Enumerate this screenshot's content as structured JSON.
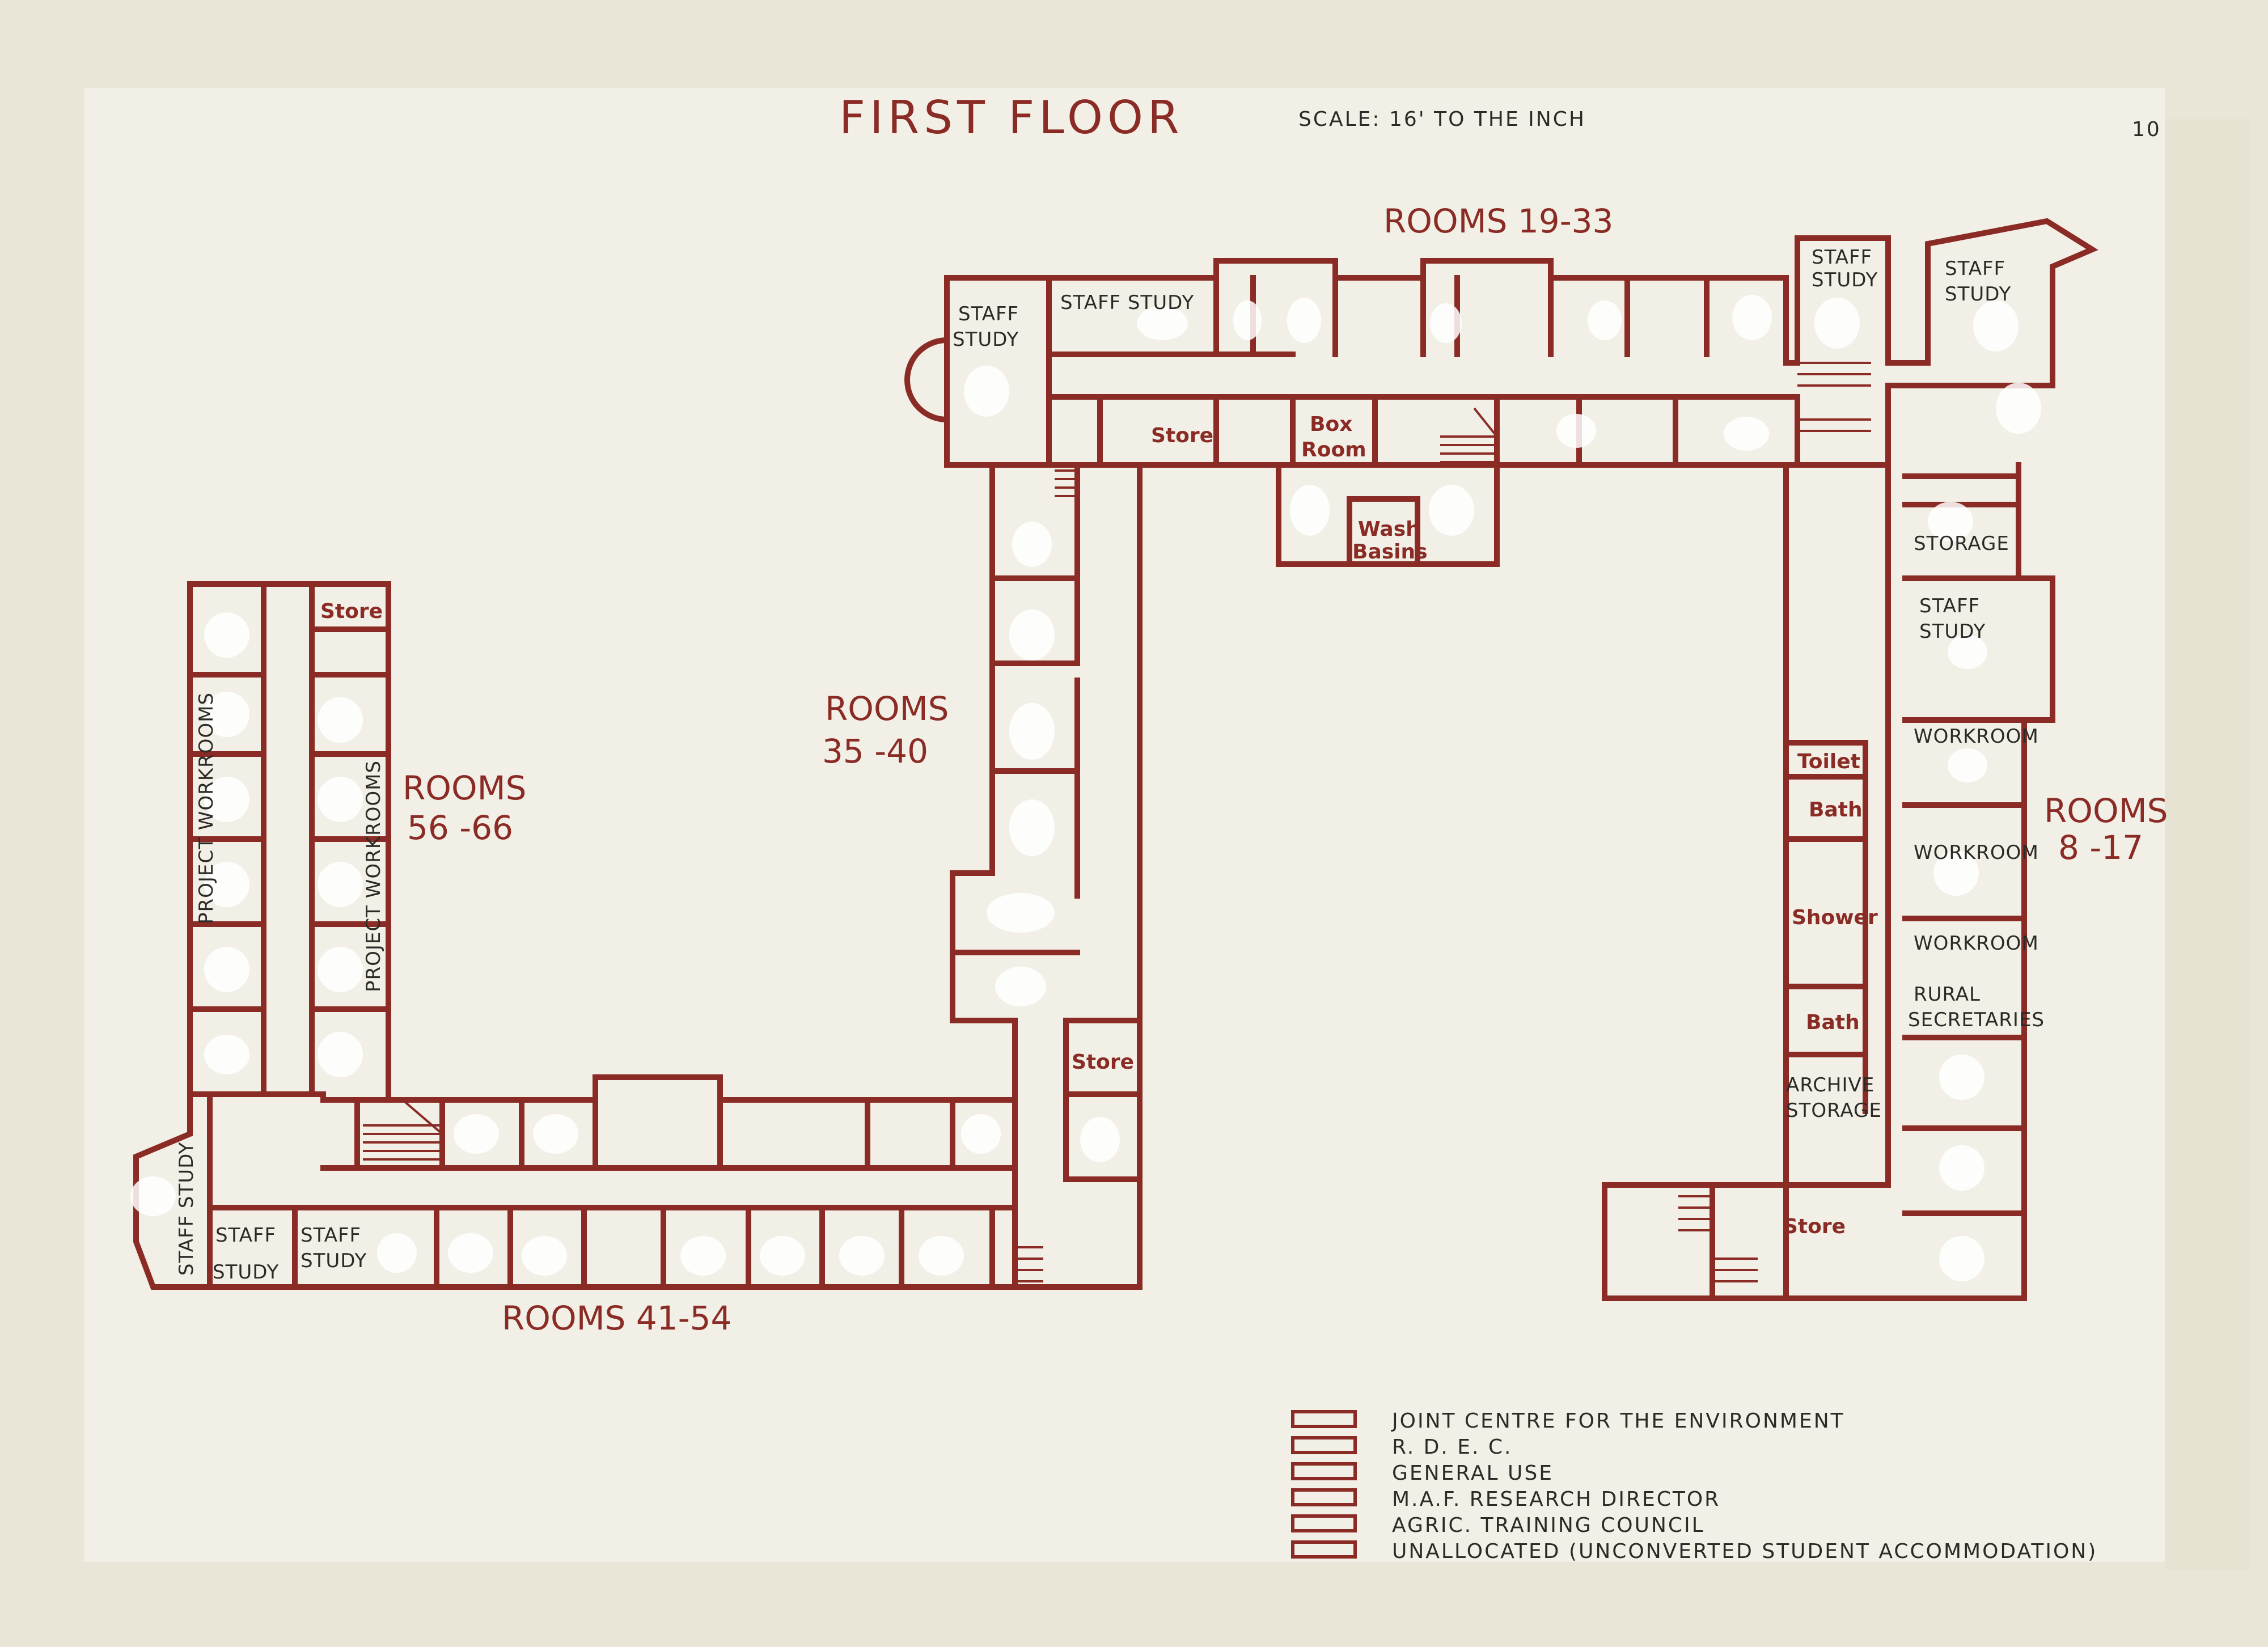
{
  "title": "FIRST FLOOR",
  "scale": "SCALE:  16' TO THE INCH",
  "corner_mark": "10",
  "wings": {
    "north": "ROOMS 19-33",
    "west_mid_line1": "ROOMS",
    "west_mid_line2": "35 -40",
    "far_west_line1": "ROOMS",
    "far_west_line2": "56 -66",
    "south": "ROOMS 41-54",
    "east_line1": "ROOMS",
    "east_line2": "8 -17"
  },
  "rooms": {
    "staff_study_nw_line1": "STAFF",
    "staff_study_nw_line2": "STUDY",
    "staff_study_north": "STAFF STUDY",
    "staff_study_ne1_line1": "STAFF",
    "staff_study_ne1_line2": "STUDY",
    "staff_study_ne2_line1": "STAFF",
    "staff_study_ne2_line2": "STUDY",
    "store_north": "Store",
    "box_room_line1": "Box",
    "box_room_line2": "Room",
    "wash_basins_line1": "Wash",
    "wash_basins_line2": "Basins",
    "storage_east": "STORAGE",
    "staff_study_east_line1": "STAFF",
    "staff_study_east_line2": "STUDY",
    "workroom_1": "WORKROOM",
    "workroom_2": "WORKROOM",
    "workroom_3": "WORKROOM",
    "rural_line1": "RURAL",
    "rural_line2": "SECRETARIES",
    "toilet": "Toilet",
    "bath_1": "Bath",
    "shower": "Shower",
    "bath_2": "Bath",
    "archive_line1": "ARCHIVE",
    "archive_line2": "STORAGE",
    "store_east": "Store",
    "store_mid": "Store",
    "store_west": "Store",
    "project_workrooms_1": "PROJECT WORKROOMS",
    "project_workrooms_2": "PROJECT WORKROOMS",
    "staff_study_sw_vertical": "STAFF STUDY",
    "staff_study_s1_line1": "STAFF",
    "staff_study_s1_line2": "STUDY",
    "staff_study_s2_line1": "STAFF",
    "staff_study_s2_line2": "STUDY"
  },
  "legend": [
    "JOINT CENTRE FOR THE ENVIRONMENT",
    "R. D. E. C.",
    "GENERAL  USE",
    "M.A.F.  RESEARCH  DIRECTOR",
    "AGRIC.  TRAINING  COUNCIL",
    "UNALLOCATED  (UNCONVERTED STUDENT ACCOMMODATION)"
  ],
  "colors": {
    "ink": "#8a2c25",
    "paper": "#f2efe6",
    "background": "#e9e6d8",
    "handwriting": "#2b2a27"
  }
}
